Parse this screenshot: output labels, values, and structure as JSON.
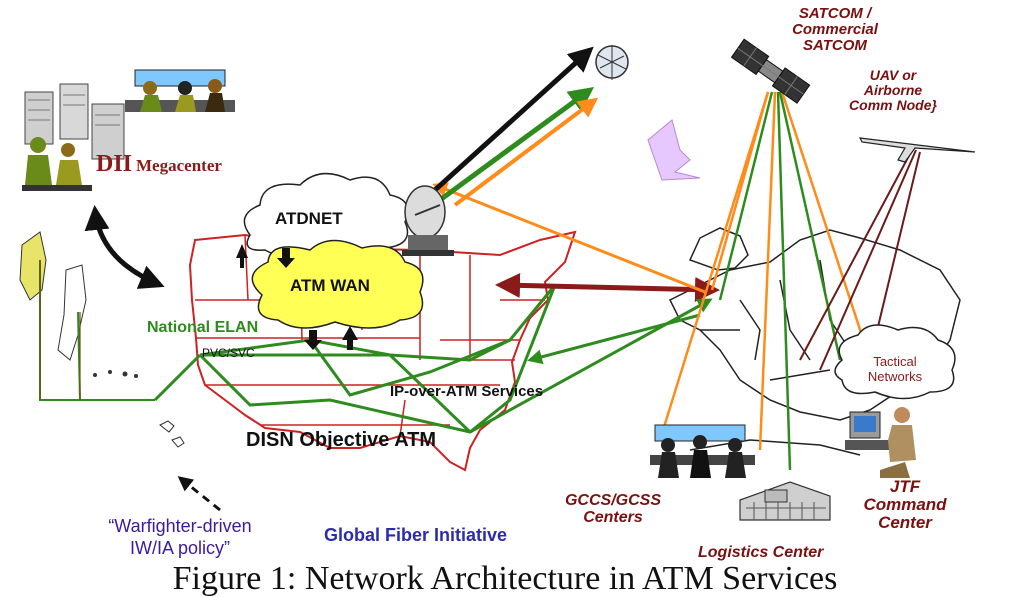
{
  "labels": {
    "dii_prefix": "DII",
    "dii_suffix": "Megacenter",
    "atdnet": "ATDNET",
    "atm_wan": "ATM WAN",
    "national_elan": "National ELAN",
    "pvc_svc": "PVC/SVC",
    "ip_over_atm": "IP-over-ATM Services",
    "disn_objective_atm": "DISN Objective ATM",
    "satcom_line1": "SATCOM /",
    "satcom_line2": "Commercial",
    "satcom_line3": "SATCOM",
    "uav_line1": "UAV or",
    "uav_line2": "Airborne",
    "uav_line3": "Comm Node}",
    "tactical_line1": "Tactical",
    "tactical_line2": "Networks",
    "gccs_line1": "GCCS/GCSS",
    "gccs_line2": "Centers",
    "jtf_line1": "JTF",
    "jtf_line2": "Command",
    "jtf_line3": "Center",
    "logistics": "Logistics Center",
    "warfighter_line1": "“Warfighter-driven",
    "warfighter_line2": "IW/IA policy”",
    "global_fiber": "Global Fiber Initiative",
    "caption": "Figure 1: Network Architecture in ATM Services"
  },
  "colors": {
    "green_link": "#2e8b1e",
    "orange_link": "#ff8c1a",
    "dark_red_link": "#8b1a1a",
    "map_red": "#cc2222",
    "wan_cloud": "#ffff55",
    "dii_red": "#8b1a1a",
    "label_green": "#2e8b1e",
    "label_blue": "#2b2bb0",
    "label_purple": "#3a1aa0",
    "jtf_red": "#7a1010",
    "pointer_lavender": "#e6c8ff"
  },
  "icons": [
    "server-rack-icon",
    "operator-workstation-icon",
    "satellite-dish-icon",
    "satellite-icon",
    "aircraft-icon",
    "soldier-terminal-icon",
    "building-icon",
    "cloud-icon",
    "arrow-icon"
  ]
}
